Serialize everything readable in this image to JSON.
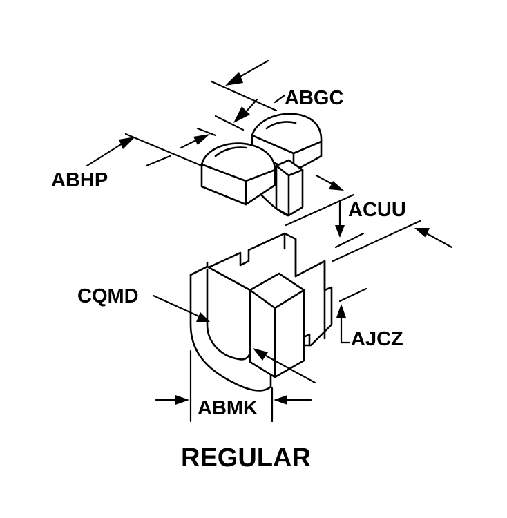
{
  "diagram": {
    "caption": "REGULAR",
    "labels": {
      "abgc": "ABGC",
      "abhp": "ABHP",
      "acuu": "ACUU",
      "cqmd": "CQMD",
      "ajcz": "AJCZ",
      "abmk": "ABMK"
    },
    "colors": {
      "ink": "#000000",
      "background": "#ffffff"
    }
  }
}
